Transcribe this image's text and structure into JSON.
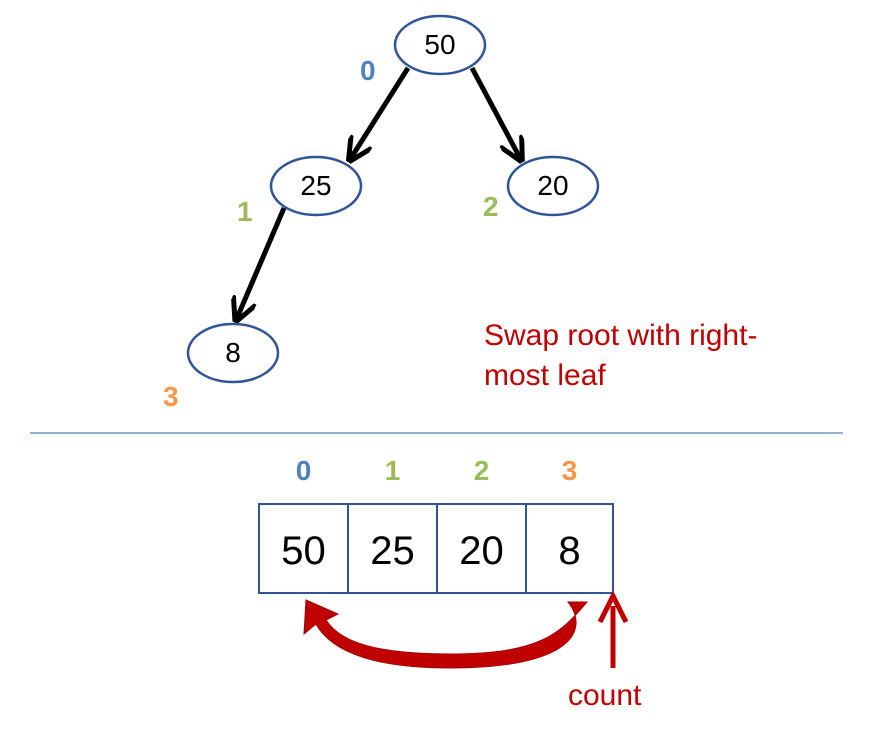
{
  "colors": {
    "node_stroke": "#2f5597",
    "edge": "#000000",
    "index_0": "#4f81bd",
    "index_green": "#9bbb59",
    "index_3": "#f79646",
    "accent_red": "#c00000",
    "divider": "#4f81bd"
  },
  "tree": {
    "nodes": [
      {
        "value": "50",
        "index": "0"
      },
      {
        "value": "25",
        "index": "1"
      },
      {
        "value": "20",
        "index": "2"
      },
      {
        "value": "8",
        "index": "3"
      }
    ]
  },
  "caption": {
    "line1": "Swap root with right-",
    "line2": "most leaf"
  },
  "array": {
    "cells": [
      {
        "value": "50",
        "index": "0"
      },
      {
        "value": "25",
        "index": "1"
      },
      {
        "value": "20",
        "index": "2"
      },
      {
        "value": "8",
        "index": "3"
      }
    ]
  },
  "pointer": {
    "label": "count"
  }
}
